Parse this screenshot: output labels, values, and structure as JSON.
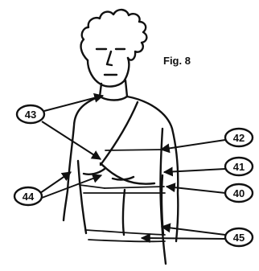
{
  "figure": {
    "title": "Fig. 8",
    "colors": {
      "ink": "#111111",
      "paper": "#ffffff"
    },
    "callouts": [
      {
        "id": "c43",
        "label": "43"
      },
      {
        "id": "c44",
        "label": "44"
      },
      {
        "id": "c42",
        "label": "42"
      },
      {
        "id": "c41",
        "label": "41"
      },
      {
        "id": "c40",
        "label": "40"
      },
      {
        "id": "c45",
        "label": "45"
      }
    ]
  }
}
